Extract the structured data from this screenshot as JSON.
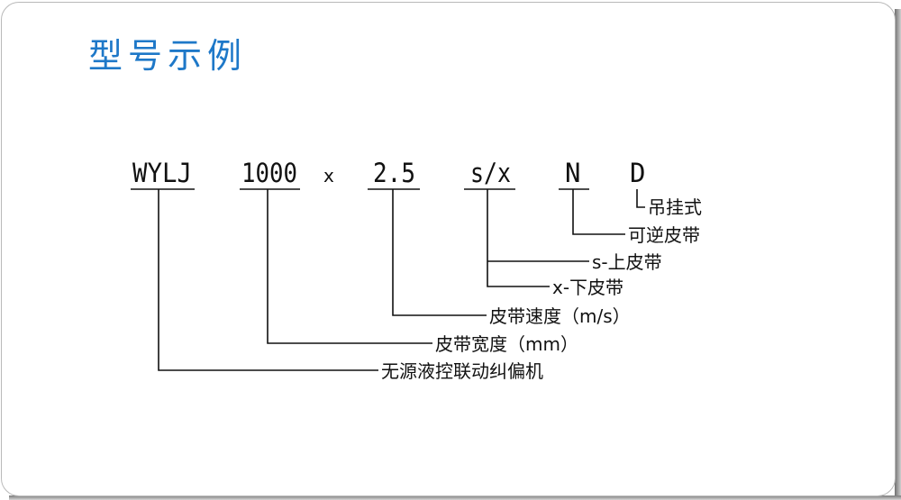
{
  "title": "型号示例",
  "model_code": {
    "part1": "WYLJ",
    "part2": "1000",
    "separator": "x",
    "part3": "2.5",
    "part4": "s/x",
    "part5": "N",
    "part6": "D"
  },
  "labels": {
    "part6": "吊挂式",
    "part5": "可逆皮带",
    "part4_s": "s-上皮带",
    "part4_x": "x-下皮带",
    "part3": "皮带速度（m/s）",
    "part2": "皮带宽度（mm）",
    "part1": "无源液控联动纠偏机"
  }
}
